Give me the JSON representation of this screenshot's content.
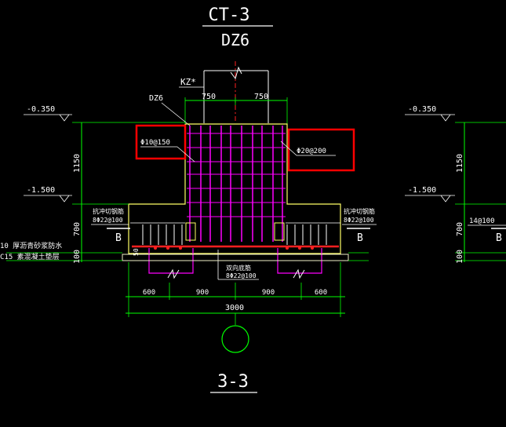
{
  "section_title": "CT-3",
  "section_subtitle": "DZ6",
  "column_label": "KZ*",
  "pedestal_label": "DZ6",
  "dim_top_left": "750",
  "dim_top_right": "750",
  "left_elevation_top": "-0.350",
  "left_elevation_bottom": "-1.500",
  "right_elevation_top": "-0.350",
  "right_elevation_bottom": "-1.500",
  "dim_pedestal_height": "1150",
  "dim_cap_height": "700",
  "dim_cushion_height": "100",
  "right_dim_pedestal_height": "1150",
  "right_dim_cap_height": "700",
  "right_dim_cushion_height": "100",
  "rebar_stirrup": "Φ10@150",
  "rebar_vertical": "Φ20@200",
  "cap_label_left_1": "抗冲切钢筋",
  "cap_label_left_2": "8Φ22@100",
  "cap_label_right_1": "抗冲切钢筋",
  "cap_label_right_2": "8Φ22@100",
  "right_partial_rebar": "14@100",
  "bottom_rebar_1": "双向底筋",
  "bottom_rebar_2": "8Φ22@100",
  "left_note_1": "10 厚沥青砂浆防水",
  "left_note_2": "C15 素混凝土垫层",
  "dim_50": "50",
  "section_mark_left": "B",
  "section_mark_right": "B",
  "section_mark_partial": "B",
  "bottom_dims": [
    "600",
    "900",
    "900",
    "600"
  ],
  "total_width": "3000",
  "section_label": "3-3",
  "colors": {
    "background": "#000000",
    "outline": "#ffff66",
    "rebar": "#ff00ff",
    "dimension": "#00ff00",
    "text": "#ffffff",
    "bar_red": "#ff2020",
    "highlight_box": "#ff0000",
    "cushion": "#f0f0c8"
  }
}
